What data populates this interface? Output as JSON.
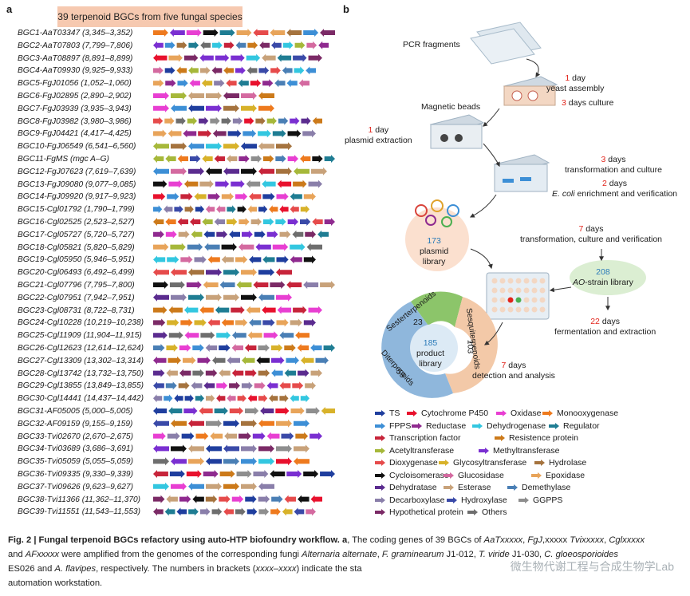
{
  "panel_a": "a",
  "panel_b": "b",
  "banner": "39 terpenoid BGCs from five fungal species",
  "bgcs": [
    {
      "name": "BGC1-AaT03347",
      "range": "(3,345–3,352)"
    },
    {
      "name": "BGC2-AaT07803",
      "range": "(7,799–7,806)"
    },
    {
      "name": "BGC3-AaT08897",
      "range": "(8,891–8,899)"
    },
    {
      "name": "BGC4-AaT09930",
      "range": "(9,925–9,933)"
    },
    {
      "name": "BGC5-FgJ01056",
      "range": "(1,052–1,060)"
    },
    {
      "name": "BGC6-FgJ02895",
      "range": "(2,890–2,902)"
    },
    {
      "name": "BGC7-FgJ03939",
      "range": "(3,935–3,943)"
    },
    {
      "name": "BGC8-FgJ03982",
      "range": "(3,980–3,986)"
    },
    {
      "name": "BGC9-FgJ04421",
      "range": "(4,417–4,425)"
    },
    {
      "name": "BGC10-FgJ06549",
      "range": "(6,541–6,560)"
    },
    {
      "name": "BGC11-FgMS",
      "range": "(mgc A–G)"
    },
    {
      "name": "BGC12-FgJ07623",
      "range": "(7,619–7,639)"
    },
    {
      "name": "BGC13-FgJ09080",
      "range": "(9,077–9,085)"
    },
    {
      "name": "BGC14-FgJ09920",
      "range": "(9,917–9,923)"
    },
    {
      "name": "BGC15-Cgl01792",
      "range": "(1,790–1,799)"
    },
    {
      "name": "BGC16-Cgl02525",
      "range": "(2,523–2,527)"
    },
    {
      "name": "BGC17-Cgl05727",
      "range": "(5,720–5,727)"
    },
    {
      "name": "BGC18-Cgl05821",
      "range": "(5,820–5,829)"
    },
    {
      "name": "BGC19-Cgl05950",
      "range": "(5,946–5,951)"
    },
    {
      "name": "BGC20-Cgl06493",
      "range": "(6,492–6,499)"
    },
    {
      "name": "BGC21-Cgl07796",
      "range": "(7,795–7,800)"
    },
    {
      "name": "BGC22-Cgl07951",
      "range": "(7,942–7,951)"
    },
    {
      "name": "BGC23-Cgl08731",
      "range": "(8,722–8,731)"
    },
    {
      "name": "BGC24-Cgl10228",
      "range": "(10,219–10,238)"
    },
    {
      "name": "BGC25-Cgl11909",
      "range": "(11,904–11,915)"
    },
    {
      "name": "BGC26-Cgl12623",
      "range": "(12,614–12,624)"
    },
    {
      "name": "BGC27-Cgl13309",
      "range": "(13,302–13,314)"
    },
    {
      "name": "BGC28-Cgl13742",
      "range": "(13,732–13,750)"
    },
    {
      "name": "BGC29-Cgl13855",
      "range": "(13,849–13,855)"
    },
    {
      "name": "BGC30-Cgl14441",
      "range": "(14,437–14,442)"
    },
    {
      "name": "BGC31-AF05005",
      "range": "(5,000–5,005)"
    },
    {
      "name": "BGC32-AF09159",
      "range": "(9,155–9,159)"
    },
    {
      "name": "BGC33-Tvi02670",
      "range": "(2,670–2,675)"
    },
    {
      "name": "BGC34-Tvi03689",
      "range": "(3,686–3,691)"
    },
    {
      "name": "BGC35-Tvi05059",
      "range": "(5,055–5,059)"
    },
    {
      "name": "BGC36-Tvi09335",
      "range": "(9,330–9,339)"
    },
    {
      "name": "BGC37-Tvi09626",
      "range": "(9,623–9,627)"
    },
    {
      "name": "BGC38-Tvi11366",
      "range": "(11,362–11,370)"
    },
    {
      "name": "BGC39-Tvi11551",
      "range": "(11,543–11,553)"
    }
  ],
  "workflow": {
    "pcr": "PCR fragments",
    "step1_num": "1",
    "step1_a": " day",
    "step1_b": "yeast assembly",
    "step1_c_num": "3",
    "step1_c": " days culture",
    "magnetic": "Magnetic beads",
    "step2_num": "1",
    "step2_a": " day",
    "step2_b": "plasmid extraction",
    "step3_num": "3",
    "step3_a": " days",
    "step3_b": "transformation and culture",
    "step4_num": "2",
    "step4_a": " days",
    "step4_b_italic": "E. coli",
    "step4_b": " enrichment and verification",
    "plasmid_num": "173",
    "plasmid_a": "plasmid",
    "plasmid_b": "library",
    "step5_num": "7",
    "step5_a": " days",
    "step5_b": "transformation, culture and verification",
    "ao_num": "208",
    "ao_italic": "AO",
    "ao_label": "-strain library",
    "step6_num": "22",
    "step6_a": " days",
    "step6_b": "fermentation and extraction",
    "product_num": "185",
    "product_a": "product",
    "product_b": "library",
    "sester": "Sesterterpenoids",
    "sester_n": "23",
    "sesqui": "Sesquiterpenoids",
    "sesqui_n": "103",
    "di": "Diterpenoids",
    "di_n": "59",
    "step7_num": "7",
    "step7_a": " days",
    "step7_b": "detection and analysis"
  },
  "legend": [
    {
      "label": "TS",
      "color": "#1f3e9e"
    },
    {
      "label": "Cytochrome P450",
      "color": "#e8112d"
    },
    {
      "label": "Oxidase",
      "color": "#e83fd2"
    },
    {
      "label": "Monooxygenase",
      "color": "#ee7a1e"
    },
    {
      "label": "FPPS",
      "color": "#3d8fd6"
    },
    {
      "label": "Reductase",
      "color": "#8f2a8f"
    },
    {
      "label": "Dehydrogenase",
      "color": "#33c7e0"
    },
    {
      "label": "Regulator",
      "color": "#1f7d93"
    },
    {
      "label": "Transcription factor",
      "color": "#c7243a"
    },
    {
      "label": "Resistence protein",
      "color": "#cc7a1a"
    },
    {
      "label": "Acetyltransferase",
      "color": "#a6b83a"
    },
    {
      "label": "Methyltransferase",
      "color": "#7a2fd1"
    },
    {
      "label": "Dioxygenase",
      "color": "#e64b4b"
    },
    {
      "label": "Glycosyltransferase",
      "color": "#d8b22a"
    },
    {
      "label": "Hydrolase",
      "color": "#a5733e"
    },
    {
      "label": "Cycloisomerase",
      "color": "#111111"
    },
    {
      "label": "Glucosidase",
      "color": "#d46aa0"
    },
    {
      "label": "Epoxidase",
      "color": "#e8a45a"
    },
    {
      "label": "Dehydratase",
      "color": "#5b2c8f"
    },
    {
      "label": "Esterase",
      "color": "#c8a27a"
    },
    {
      "label": "Demethylase",
      "color": "#4a7fb5"
    },
    {
      "label": "Decarboxylase",
      "color": "#8a7faa"
    },
    {
      "label": "Hydroxylase",
      "color": "#3a4aa8"
    },
    {
      "label": "GGPPS",
      "color": "#8e8e8e"
    },
    {
      "label": "Hypothetical protein",
      "color": "#7b2a66"
    },
    {
      "label": "Others",
      "color": "#6e6e6e"
    }
  ],
  "caption": {
    "fig": "Fig. 2 | Fungal terpenoid BGCs refactory using auto-HTP biofoundry workflow.",
    "a": " a",
    "t1": ", The coding genes of 39 BGCs of ",
    "i1": "AaTxxxxx",
    "t2": ", ",
    "i2": "FgJ",
    "t3": ",xxxxx ",
    "i3": "Tvixxxxx",
    "t4": ", ",
    "i4": "Cglxxxxx",
    "t5": " and ",
    "i5": "AFxxxxx",
    "t6": " were amplified from the genomes of the corresponding fungi ",
    "i6": "Alternaria alternate",
    "t7": ", ",
    "i7": "F. graminearum",
    "t8": " J1-012, ",
    "i8": "T. viride",
    "t9": " J1-030, ",
    "i9": "C. gloeosporioides",
    "t10": " ES026 and ",
    "i10": "A. flavipes",
    "t11": ", respectively. The numbers in brackets (",
    "i11": "xxxx–xxxx",
    "t12": ") indicate the sta",
    "t13": "automation workstation."
  },
  "watermark": "微生物代谢工程与合成生物学Lab"
}
